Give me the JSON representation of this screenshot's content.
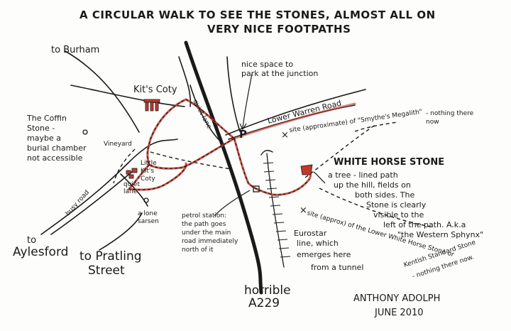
{
  "title": {
    "line1": "A CIRCULAR WALK TO SEE THE STONES, ALMOST ALL ON",
    "line2": "VERY NICE FOOTPATHS"
  },
  "labels": {
    "to_burham": "to Burham",
    "kits_coty": "Kit's Coty",
    "nice_space": [
      "nice space to",
      "park at the junction"
    ],
    "lower_warren_road": "Lower Warren Road",
    "smythe": [
      "site (approximate) of \"Smythe's Megalith\"",
      "- nothing there",
      "now"
    ],
    "coffin_stone": [
      "The Coffin",
      "Stone -",
      "maybe a",
      "burial chamber",
      "not accessible"
    ],
    "vineyard": "Vineyard",
    "quiet_lane_top": "quiet lane",
    "parking": "P",
    "little_kits_coty": [
      "Little",
      "Kit's",
      "Coty"
    ],
    "quiet_lane_bottom": [
      "quiet",
      "lane"
    ],
    "busy_road": "busy road",
    "lone_sarsen": [
      "a lone",
      "sarsen"
    ],
    "white_horse_stone": "WHITE HORSE STONE",
    "white_horse_desc": [
      "a tree - lined path",
      "up the hill, fields on",
      "both sides. The",
      "Stone is clearly",
      "visible to the",
      "left of the path. A.k.a",
      "\"the Western Sphynx\""
    ],
    "petrol_station": [
      "petrol station:",
      "the path goes",
      "under the main",
      "road immediately",
      "north of it"
    ],
    "eurostar": [
      "Eurostar",
      "line, which",
      "emerges here",
      "from a tunnel"
    ],
    "lower_white_horse": [
      "site (approx) of the Lower White Horse Stone or",
      "Kentish Standard Stone",
      "- nothing there now."
    ],
    "to_aylesford": [
      "to",
      "Aylesford"
    ],
    "to_pratling": [
      "to Pratling",
      "Street"
    ],
    "a229": [
      "horrible",
      "A229"
    ],
    "author": "ANTHONY ADOLPH",
    "date": "JUNE 2010"
  },
  "colors": {
    "ink": "#1a1a1a",
    "walk": "#c0392b",
    "paper": "#fdfdfb"
  }
}
